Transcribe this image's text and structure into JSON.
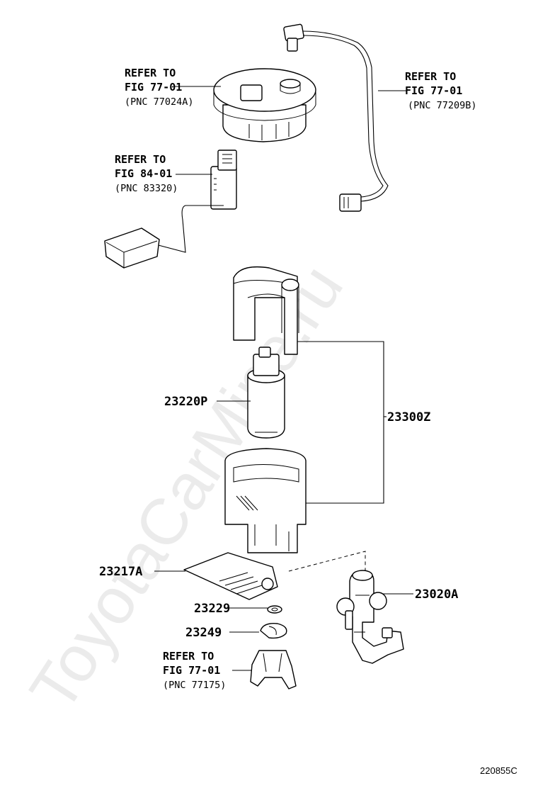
{
  "watermark": "ToyotaCarMine.ru",
  "figure_code": "220855C",
  "references": [
    {
      "line1": "REFER TO",
      "line2": "FIG 77-01",
      "line3": "(PNC 77024A)"
    },
    {
      "line1": "REFER TO",
      "line2": "FIG 77-01",
      "line3": "(PNC 77209B)"
    },
    {
      "line1": "REFER TO",
      "line2": "FIG 84-01",
      "line3": "(PNC 83320)"
    },
    {
      "line1": "REFER TO",
      "line2": "FIG 77-01",
      "line3": "(PNC 77175)"
    }
  ],
  "part_numbers": [
    "23220P",
    "23300Z",
    "23217A",
    "23229",
    "23249",
    "23020A"
  ]
}
